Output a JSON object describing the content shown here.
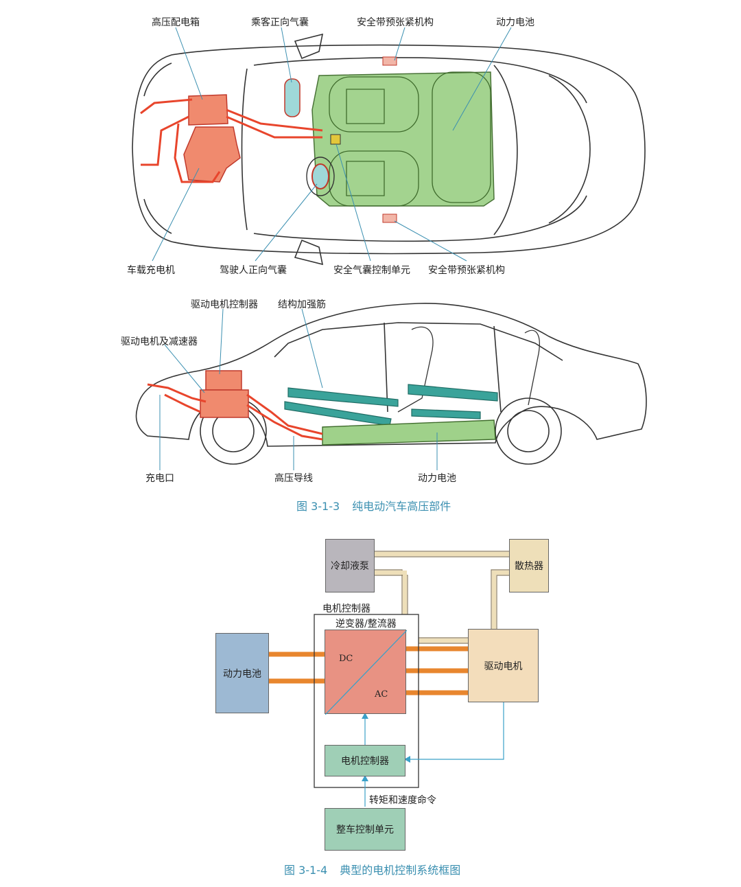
{
  "figure1": {
    "labels": {
      "hv_distribution_box": "高压配电箱",
      "passenger_airbag": "乘客正向气囊",
      "seatbelt_pretensioner_top": "安全带预张紧机构",
      "power_battery_top": "动力电池",
      "onboard_charger": "车载充电机",
      "driver_airbag": "驾驶人正向气囊",
      "airbag_control_unit": "安全气囊控制单元",
      "seatbelt_pretensioner_bottom": "安全带预张紧机构"
    }
  },
  "figure2": {
    "labels": {
      "drive_motor_controller": "驱动电机控制器",
      "structural_rib": "结构加强筋",
      "drive_motor_reducer": "驱动电机及减速器",
      "charging_port": "充电口",
      "hv_wire": "高压导线",
      "power_battery": "动力电池"
    },
    "caption_num": "图 3-1-3",
    "caption_text": "纯电动汽车高压部件"
  },
  "figure3": {
    "coolant_pump": "冷却液泵",
    "radiator": "散热器",
    "motor_controller_group": "电机控制器",
    "inverter_rectifier": "逆变器/整流器",
    "dc": "DC",
    "ac": "AC",
    "power_battery": "动力电池",
    "drive_motor": "驱动电机",
    "motor_controller": "电机控制器",
    "torque_speed_cmd": "转矩和速度命令",
    "vcu": "整车控制单元",
    "caption_num": "图 3-1-4",
    "caption_text": "典型的电机控制系统框图"
  },
  "colors": {
    "hv_red": "#e8452c",
    "battery_green": "#9fd18a",
    "rib_teal": "#3aa39a",
    "airbag_teal": "#9fd8d8",
    "pump_gray": "#b9b6bc",
    "radiator_tan": "#eedfb9",
    "battery_blue": "#9db9d3",
    "inverter_pink": "#e89283",
    "motor_peach": "#f3ddbb",
    "controller_green": "#9fcfb6",
    "hv_orange": "#e8862e",
    "signal_blue": "#3aa0c8",
    "caption_blue": "#3a8fb0"
  }
}
